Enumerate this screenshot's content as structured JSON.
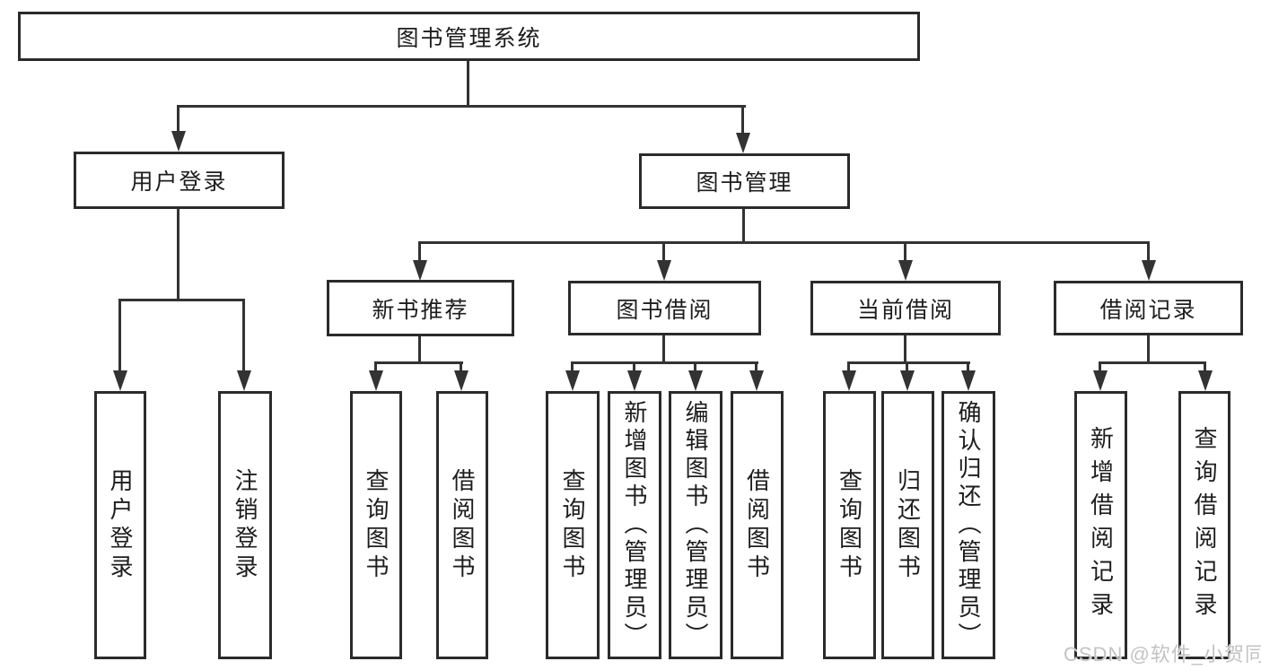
{
  "tree": {
    "root": "图书管理系统",
    "branches": [
      {
        "label": "用户登录",
        "children": [
          "用户登录",
          "注销登录"
        ]
      },
      {
        "label": "图书管理",
        "sections": [
          {
            "label": "新书推荐",
            "children": [
              "查询图书",
              "借阅图书"
            ]
          },
          {
            "label": "图书借阅",
            "children": [
              "查询图书",
              "新增图书（管理员）",
              "编辑图书（管理员）",
              "借阅图书"
            ]
          },
          {
            "label": "当前借阅",
            "children": [
              "查询图书",
              "归还图书",
              "确认归还（管理员）"
            ]
          },
          {
            "label": "借阅记录",
            "children": [
              "新增借阅记录",
              "查询借阅记录"
            ]
          }
        ]
      }
    ]
  },
  "watermark": "CSDN @软件_小贺同学",
  "colors": {
    "line": "#333333",
    "border": "#2b2b2b",
    "text": "#1d1d1d",
    "watermark": "#c3c3c3",
    "background": "#ffffff"
  }
}
